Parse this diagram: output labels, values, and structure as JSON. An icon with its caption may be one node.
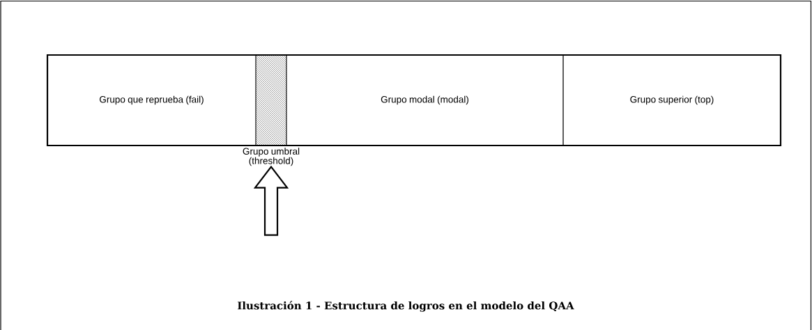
{
  "diagram": {
    "caption": "Ilustración 1 - Estructura de logros en el modelo del QAA",
    "nodes": [
      {
        "text": [
          "Grupo que reprueba (fail)"
        ]
      },
      {
        "text": [
          "Grupo umbral (threshold)"
        ]
      },
      {
        "text": [
          "Grupo modal (modal)"
        ]
      },
      {
        "text": [
          "Grupo superior (top)"
        ]
      }
    ],
    "edges": [
      {
        "from": null,
        "to": 1,
        "arrow": "to",
        "style": "thick"
      }
    ]
  }
}
